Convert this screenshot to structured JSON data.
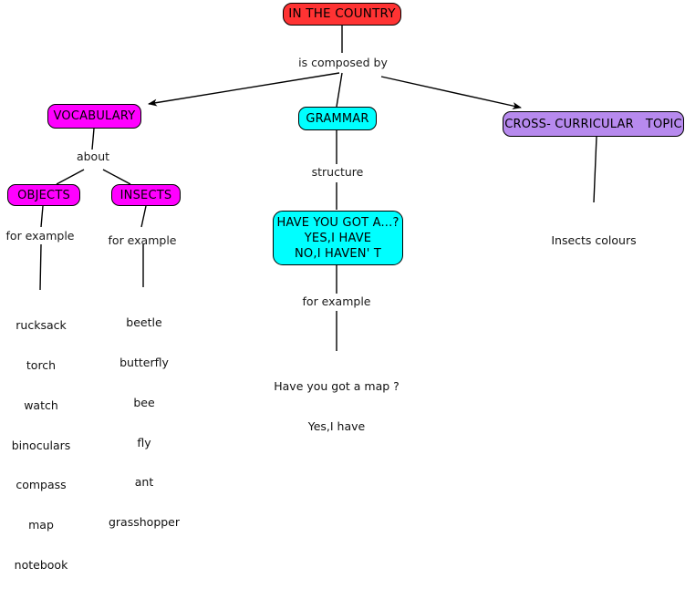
{
  "diagram": {
    "title": "In the country concept map",
    "background": "#ffffff",
    "colors": {
      "root": "#ff3333",
      "vocabulary": "#ff00ff",
      "grammar": "#00ffff",
      "cross_curricular": "#b78aee",
      "edge": "#000000",
      "text": "#000000"
    }
  },
  "nodes": {
    "root": {
      "label": "IN THE COUNTRY"
    },
    "vocabulary": {
      "label": "VOCABULARY"
    },
    "grammar": {
      "label": "GRAMMAR"
    },
    "cross_curricular": {
      "label": "CROSS- CURRICULAR   TOPIC"
    },
    "objects": {
      "label": "OBJECTS"
    },
    "insects": {
      "label": "INSECTS"
    },
    "grammar_structure": {
      "line1": "HAVE YOU GOT A...?",
      "line2": "YES,I HAVE",
      "line3": "NO,I HAVEN' T"
    }
  },
  "link_labels": {
    "is_composed_by": "is composed by",
    "about": "about",
    "structure": "structure",
    "for_example_objects": "for example",
    "for_example_insects": "for example",
    "for_example_grammar": "for example"
  },
  "leaves": {
    "objects_examples": [
      "rucksack",
      "torch",
      "watch",
      "binoculars",
      "compass",
      "map",
      "notebook"
    ],
    "insects_examples": [
      "beetle",
      "butterfly",
      "bee",
      "fly",
      "ant",
      "grasshopper"
    ],
    "grammar_examples": [
      "Have you got a map ?",
      "Yes,I have"
    ],
    "cross_curricular_examples": [
      "Insects colours"
    ]
  }
}
